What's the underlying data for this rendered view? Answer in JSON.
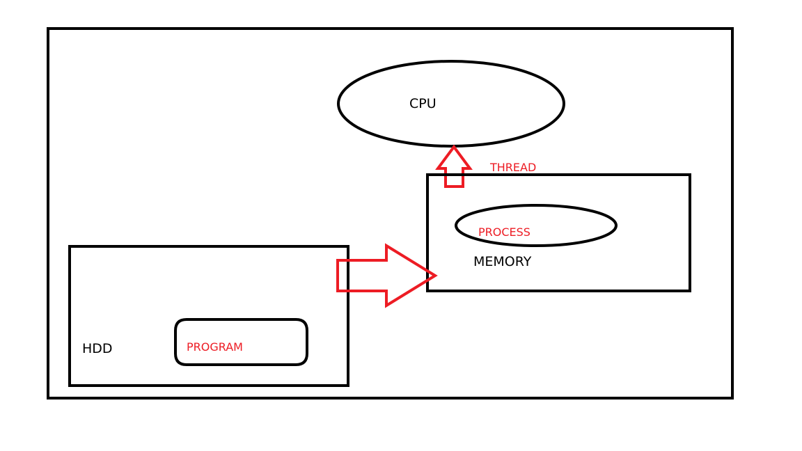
{
  "labels": {
    "cpu": "CPU",
    "thread": "THREAD",
    "process": "PROCESS",
    "memory": "MEMORY",
    "hdd": "HDD",
    "program": "PROGRAM"
  },
  "colors": {
    "stroke": "#000000",
    "accent": "#ed1c24",
    "background": "#ffffff"
  }
}
